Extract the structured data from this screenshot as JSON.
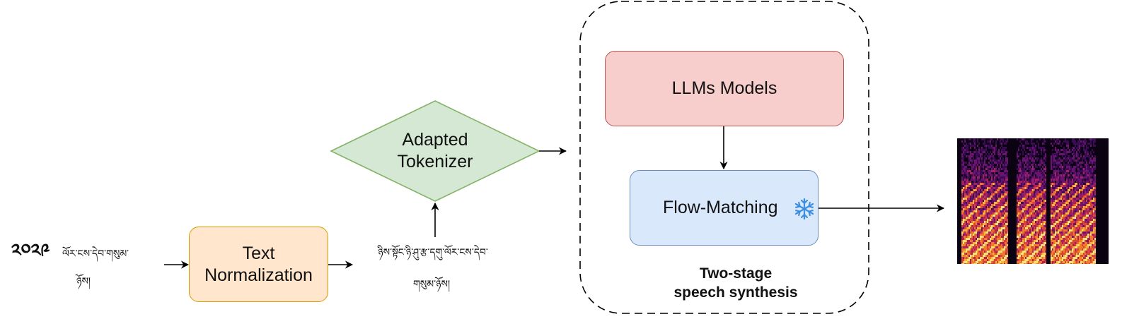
{
  "input_text": {
    "digits": "༢༠༢༩",
    "line1": "ལོར་ངས་དེབ་གསུམ་",
    "line2": "ཉོས།"
  },
  "text_normalization": {
    "line1": "Text",
    "line2": "Normalization"
  },
  "normalized_text": {
    "line1": "ཉིས་སྟོང་ཉི་ཤུ་རྩ་དགུ་ལོར་ངས་དེབ་",
    "line2": "གསུམ་ཉོས།"
  },
  "tokenizer": {
    "line1": "Adapted",
    "line2": "Tokenizer"
  },
  "synthesis": {
    "llm_label": "LLMs Models",
    "flow_label": "Flow-Matching",
    "frozen_icon": "snowflake-icon",
    "caption_line1": "Two-stage",
    "caption_line2": "speech synthesis"
  },
  "output": {
    "icon": "mel-spectrogram"
  },
  "colors": {
    "text_norm_fill": "#ffe6cc",
    "text_norm_stroke": "#d79b00",
    "tokenizer_fill": "#d5e8d4",
    "tokenizer_stroke": "#82b366",
    "llm_fill": "#f8cecc",
    "llm_stroke": "#b85450",
    "flow_fill": "#dae8fc",
    "flow_stroke": "#6c8ebf",
    "snowflake": "#3d8ee0"
  }
}
